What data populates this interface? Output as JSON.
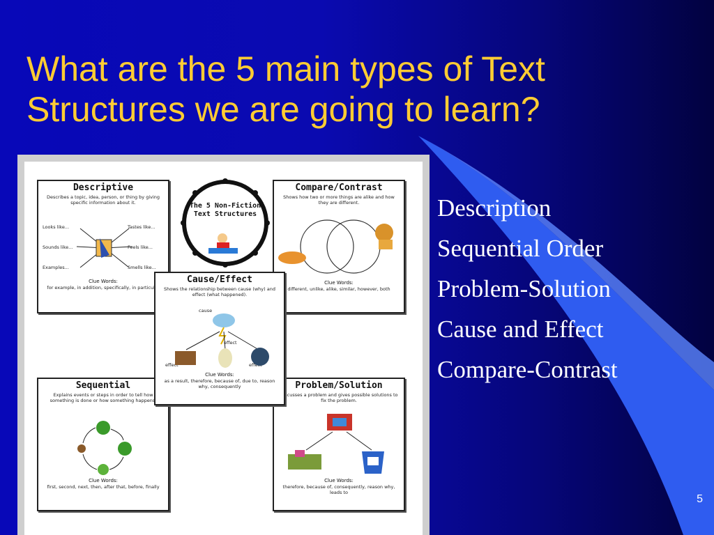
{
  "slide": {
    "title": "What are the 5 main types of Text Structures we are going to learn?",
    "page_number": "5",
    "list_items": [
      "Description",
      "Sequential Order",
      "Problem-Solution",
      "Cause and Effect",
      "Compare-Contrast"
    ],
    "colors": {
      "background": "#0808b8",
      "title": "#ffcc33",
      "text": "#ffffff",
      "swoosh": "#3a6cff"
    }
  },
  "poster": {
    "center_seal": "The 5 Non-Fiction Text Structures",
    "descriptive": {
      "title": "Descriptive",
      "description": "Describes a topic, idea, person, or thing by giving specific information about it.",
      "labels": [
        "Looks like...",
        "Sounds like...",
        "Examples...",
        "Tastes like...",
        "Feels like...",
        "Smells like..."
      ],
      "clue_heading": "Clue Words:",
      "clue_words": "for example, in addition, specifically, in particular"
    },
    "compare": {
      "title": "Compare/Contrast",
      "description": "Shows how two or more things are alike and how they are different.",
      "clue_heading": "Clue Words:",
      "clue_words": "different, unlike, alike, similar, however, both"
    },
    "cause": {
      "title": "Cause/Effect",
      "description": "Shows the relationship between cause (why) and effect (what happened).",
      "labels": [
        "cause",
        "effect",
        "effect",
        "effect"
      ],
      "clue_heading": "Clue Words:",
      "clue_words": "as a result, therefore, because of, due to, reason why, consequently"
    },
    "sequential": {
      "title": "Sequential",
      "description": "Explains events or steps in order to tell how something is done or how something happens.",
      "clue_heading": "Clue Words:",
      "clue_words": "first, second, next, then, after that, before, finally"
    },
    "problem": {
      "title": "Problem/Solution",
      "description": "Discusses a problem and gives possible solutions to fix the problem.",
      "clue_heading": "Clue Words:",
      "clue_words": "therefore, because of, consequently, reason why, leads to"
    }
  }
}
